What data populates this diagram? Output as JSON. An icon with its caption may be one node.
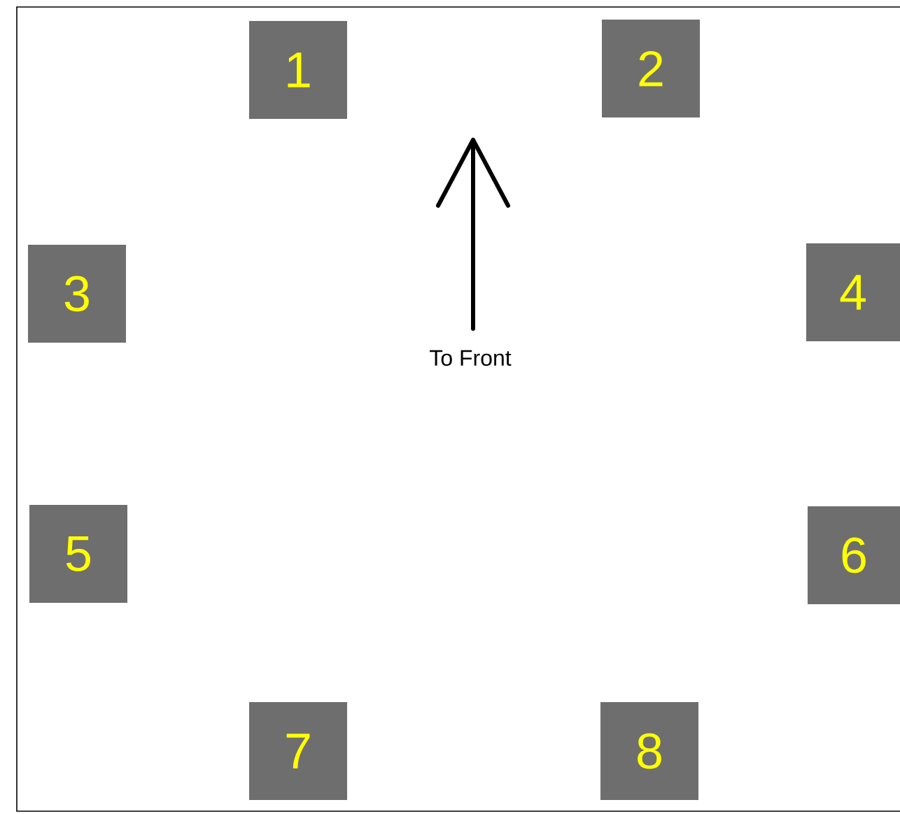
{
  "diagram": {
    "nodes": [
      {
        "text": [
          "1"
        ]
      },
      {
        "text": [
          "2"
        ]
      },
      {
        "text": [
          "3"
        ]
      },
      {
        "text": [
          "4"
        ]
      },
      {
        "text": [
          "5"
        ]
      },
      {
        "text": [
          "6"
        ]
      },
      {
        "text": [
          "7"
        ]
      },
      {
        "text": [
          "8"
        ]
      }
    ],
    "labels": [
      "To Front"
    ]
  }
}
